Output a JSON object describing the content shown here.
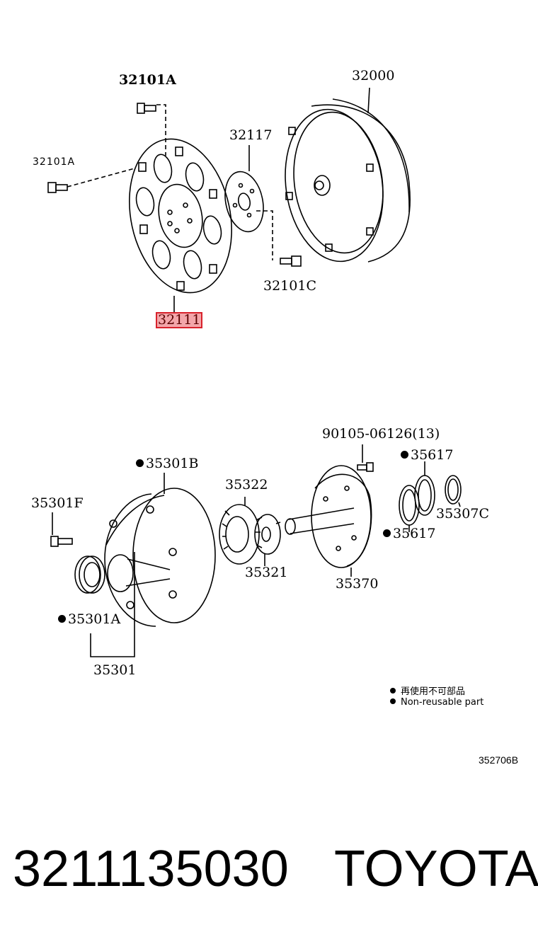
{
  "labels": {
    "l_32101A_top": "32101A",
    "l_32101A_left": "32101A",
    "l_32000": "32000",
    "l_32117": "32117",
    "l_32101C": "32101C",
    "l_32111": "32111",
    "l_90105": "90105-06126(13)",
    "l_35617_a": "35617",
    "l_35301B": "35301B",
    "l_35322": "35322",
    "l_35301F": "35301F",
    "l_35307C": "35307C",
    "l_35617_b": "35617",
    "l_35321": "35321",
    "l_35370": "35370",
    "l_35301A": "35301A",
    "l_35301": "35301"
  },
  "legend": {
    "line_cn": "再使用不可部品",
    "line_en": "Non-reusable part"
  },
  "diagram_code": "352706B",
  "footer": {
    "part_number": "3211135030",
    "brand": "TOYOTA"
  }
}
